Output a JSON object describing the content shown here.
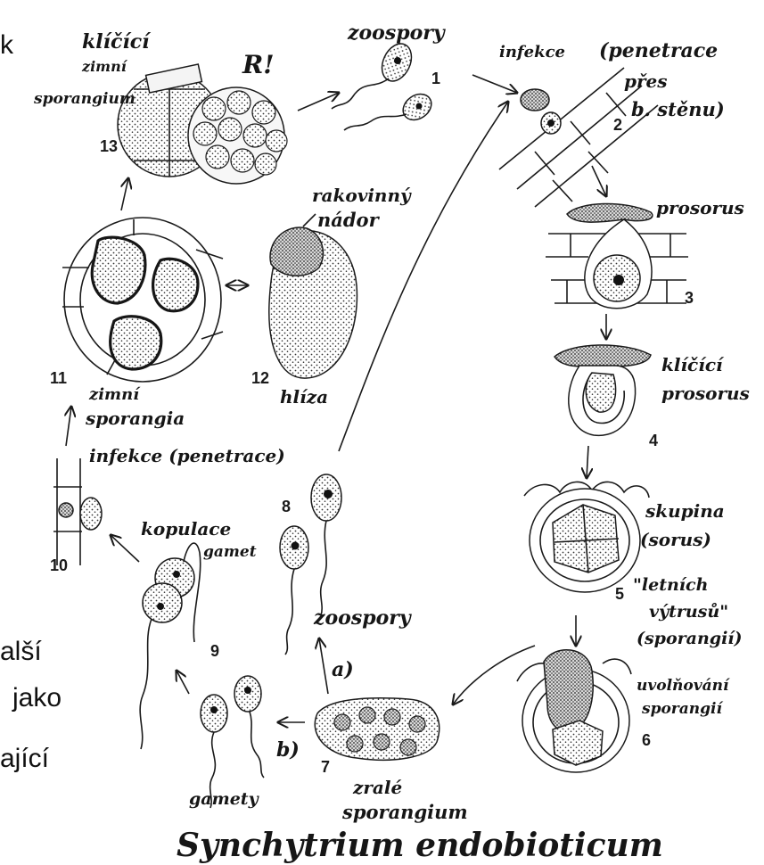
{
  "slide_fragments": [
    "k",
    "alší",
    "jako",
    "ající"
  ],
  "title": "Synchytrium endobioticum",
  "labels": {
    "l1": "zoospory",
    "l2a": "infekce",
    "l2b": "(penetrace",
    "l2c": "přes",
    "l2d": "b. stěnu)",
    "l3": "prosorus",
    "l4a": "klíčící",
    "l4b": "prosorus",
    "l5a": "skupina",
    "l5b": "(sorus)",
    "l5c": "\"letních",
    "l5d": "výtrusů\"",
    "l5e": "(sporangií)",
    "l6a": "uvolňování",
    "l6b": "sporangií",
    "l7a": "zralé",
    "l7b": "sporangium",
    "l7a_branch": "a)",
    "l7b_branch": "b)",
    "l8": "zoospory",
    "l9gam": "gamety",
    "l9a": "kopulace",
    "l9b": "gamet",
    "l10": "infekce (penetrace)",
    "l11a": "zimní",
    "l11b": "sporangia",
    "l12a": "rakovinný",
    "l12b": "nádor",
    "l12c": "hlíza",
    "l13a": "klíčící",
    "l13b": "zimní",
    "l13c": "sporangium",
    "l13d": "R!"
  },
  "numbers": [
    "1",
    "2",
    "3",
    "4",
    "5",
    "6",
    "7",
    "8",
    "9",
    "10",
    "11",
    "12",
    "13"
  ],
  "colors": {
    "ink": "#1a1a1a",
    "background": "#ffffff"
  }
}
